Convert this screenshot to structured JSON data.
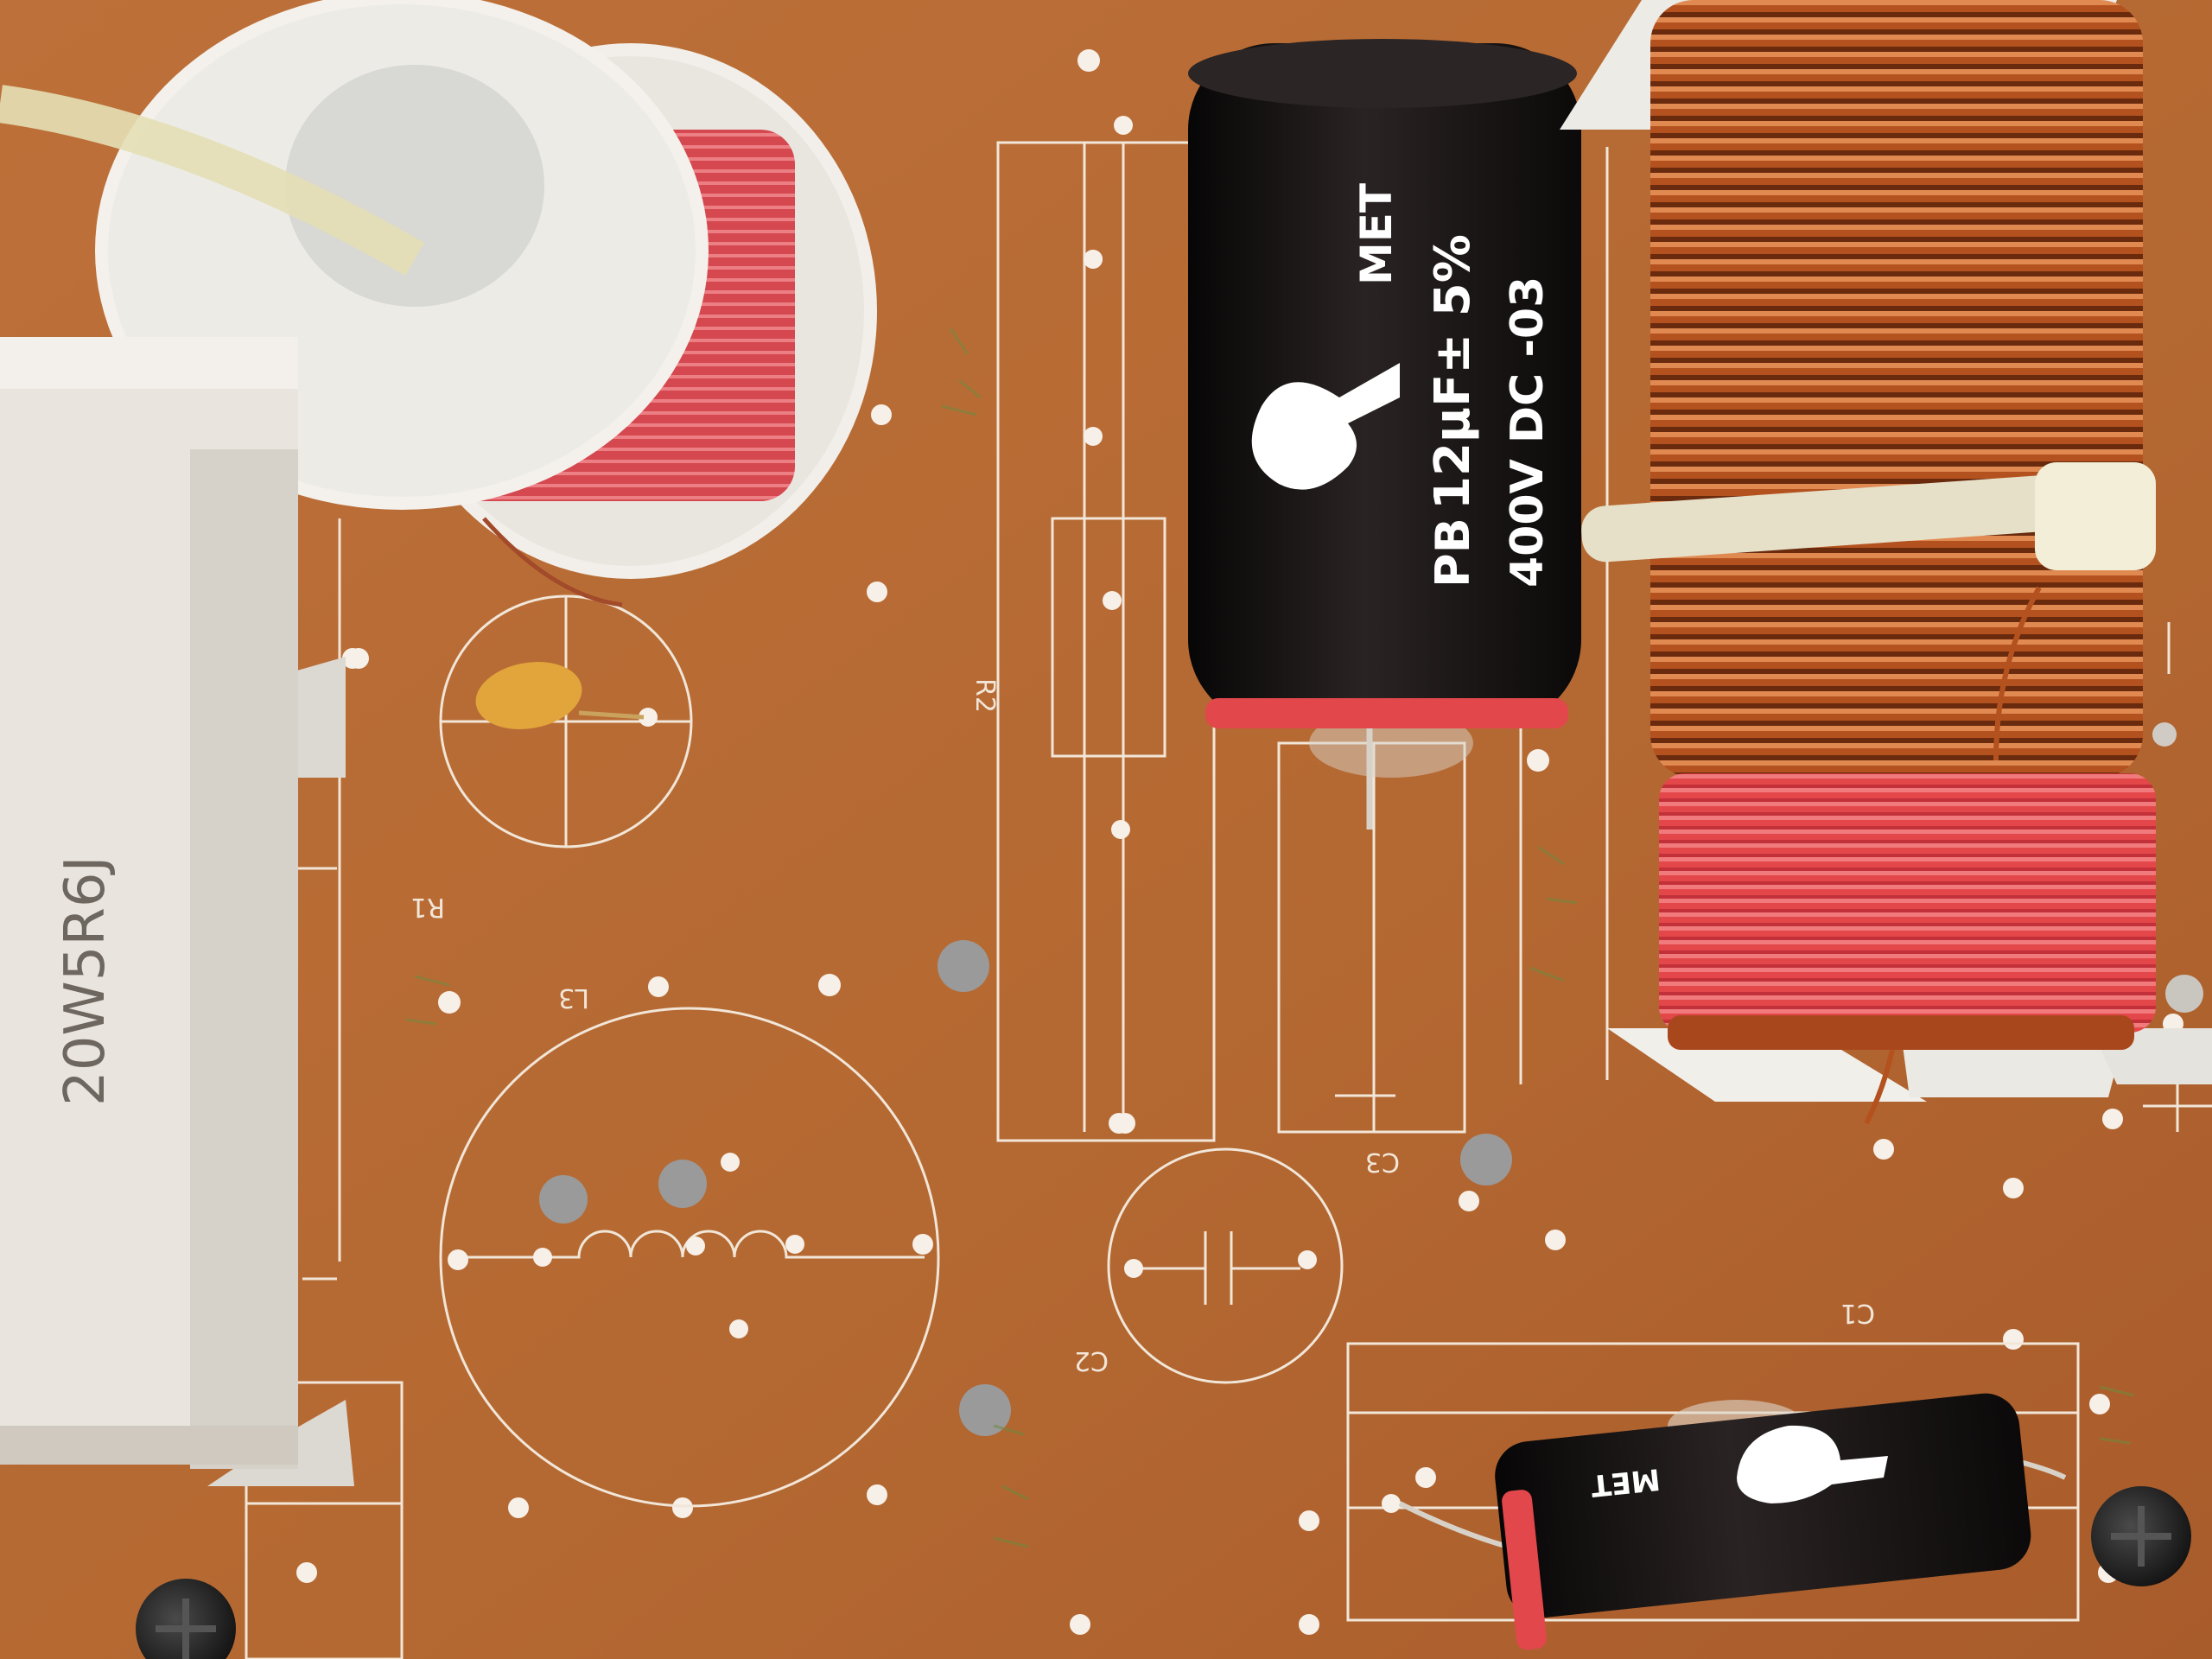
{
  "board": {
    "colors": {
      "substrate": "#b56a36",
      "silkscreen": "#f1e6d8",
      "copper_wire": "#b4521f",
      "red_tape": "#e4474a",
      "capacitor_body": "#161212",
      "ceramic_resistor": "#e9e5de",
      "disc_capacitor": "#e2a53c"
    },
    "silkscreen_labels": {
      "r1": "R1",
      "r2": "R2",
      "l3": "L3",
      "c1": "C1",
      "c2": "C2",
      "c3": "C3"
    }
  },
  "components": {
    "resistor": {
      "marking": "20W5R6J"
    },
    "capacitor_large": {
      "brand": "MET",
      "type": "PB",
      "capacitance": "12μF± 5%",
      "voltage": "400V DC -03"
    },
    "capacitor_small": {
      "brand": "MET"
    }
  }
}
